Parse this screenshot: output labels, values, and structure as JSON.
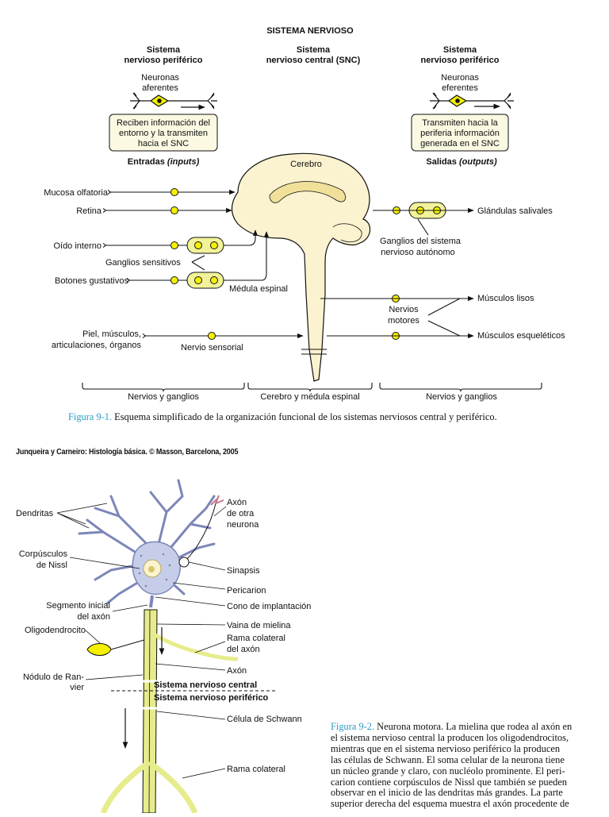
{
  "figure1": {
    "title": "SISTEMA NERVIOSO",
    "left_header": [
      "Sistema",
      "nervioso periférico"
    ],
    "center_header": [
      "Sistema",
      "nervioso central (SNC)"
    ],
    "right_header": [
      "Sistema",
      "nervioso periférico"
    ],
    "afferent_label": [
      "Neuronas",
      "aferentes"
    ],
    "efferent_label": [
      "Neuronas",
      "eferentes"
    ],
    "left_box": [
      "Reciben información del",
      "entorno y la transmiten",
      "hacia el SNC"
    ],
    "right_box": [
      "Transmiten hacia la",
      "periferia información",
      "generada en el SNC"
    ],
    "inputs": {
      "word": "Entradas",
      "italic": "(inputs)"
    },
    "outputs": {
      "word": "Salidas",
      "italic": "(outputs)"
    },
    "brain_label": "Cerebro",
    "sources": [
      "Mucosa olfatoria",
      "Retina",
      "Oído interno",
      "Botones gustativos"
    ],
    "skin_source": [
      "Piel, músculos,",
      "articulaciones, órganos"
    ],
    "ganglios_sensitivos": "Ganglios sensitivos",
    "medula_espinal": "Médula espinal",
    "nervio_sensorial": "Nervio sensorial",
    "glandulas": "Glándulas salivales",
    "ganglios_autonomo": [
      "Ganglios del sistema",
      "nervioso autónomo"
    ],
    "musculos_lisos": "Músculos lisos",
    "nervios_motores": [
      "Nervios",
      "motores"
    ],
    "musculos_esqueleticos": "Músculos esqueléticos",
    "brackets": [
      "Nervios y ganglios",
      "Cerebro y médula espinal",
      "Nervios y ganglios"
    ],
    "caption_label": "Figura 9-1.",
    "caption_text": " Esquema simplificado de la organización funcional de los sistemas nerviosos central y periférico."
  },
  "credit": "Junqueira y Carneiro: Histología básica. © Masson, Barcelona, 2005",
  "figure2": {
    "dendritas": "Dendritas",
    "nissl": [
      "Corpúsculos",
      "de Nissl"
    ],
    "segmento": [
      "Segmento inicial",
      "del axón"
    ],
    "oligodendrocito": "Oligodendrocito",
    "ranvier": [
      "Nódulo de Ran-",
      "vier"
    ],
    "axon_otra": [
      "Axón",
      "de otra",
      "neurona"
    ],
    "sinapsis": "Sinapsis",
    "pericarion": "Pericarion",
    "cono": "Cono de implantación",
    "vaina": "Vaina de mielina",
    "rama_colateral_axon": [
      "Rama colateral",
      "del axón"
    ],
    "axon": "Axón",
    "snc": "Sistema nervioso central",
    "snp": "Sistema nervioso periférico",
    "schwann": "Célula de Schwann",
    "rama_colateral": "Rama colateral",
    "caption_label": "Figura 9-2.",
    "caption_lines": [
      " Neurona motora. La mielina que rodea al axón en",
      "el sistema nervioso central la producen los oligodendrocitos,",
      "mientras que en el sistema nervioso periférico la producen",
      "las células de Schwann. El soma celular de la neurona tiene",
      "un núcleo grande y claro, con nucléolo prominente. El peri-",
      "carion contiene corpúsculos de Nissl que también se pueden",
      "observar en el inicio de las dendritas más grandes. La parte",
      "superior derecha del esquema muestra el axón procedente de"
    ]
  },
  "colors": {
    "ganglion_fill": "#f2f29a",
    "node_fill": "#f4f000",
    "box_fill": "#fbf9e2",
    "brain_fill": "#fbf3cf",
    "neuron_fill": "#c5cde8",
    "myelin_fill": "#e6ec8c",
    "caption_blue": "#2a9bc4"
  }
}
